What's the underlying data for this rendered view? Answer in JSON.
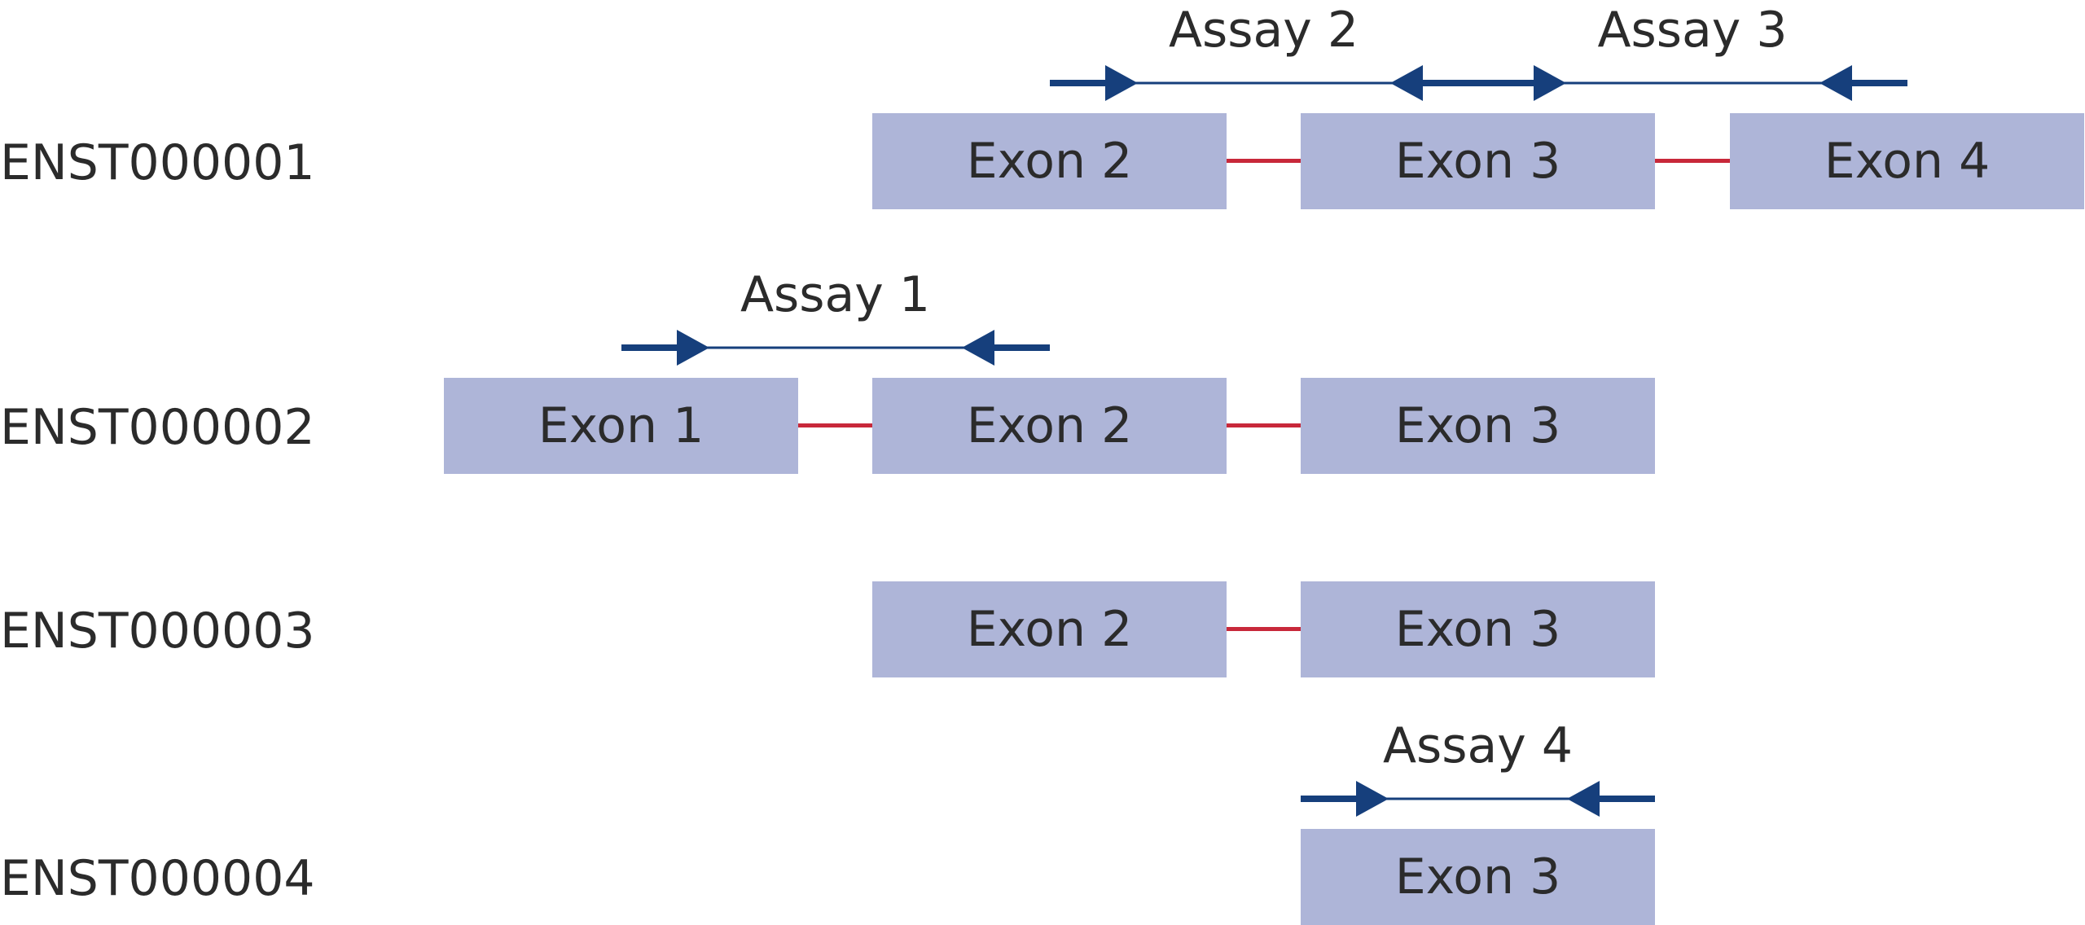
{
  "colors": {
    "exon_fill": "#aeb5d8",
    "intron": "#c8283a",
    "primer": "#163f7c",
    "text": "#2b2b2b"
  },
  "transcripts": [
    {
      "id": "ENST000001",
      "exons": [
        {
          "label": "Exon 2",
          "exon": 2
        },
        {
          "label": "Exon 3",
          "exon": 3
        },
        {
          "label": "Exon 4",
          "exon": 4
        }
      ]
    },
    {
      "id": "ENST000002",
      "exons": [
        {
          "label": "Exon 1",
          "exon": 1
        },
        {
          "label": "Exon 2",
          "exon": 2
        },
        {
          "label": "Exon 3",
          "exon": 3
        }
      ]
    },
    {
      "id": "ENST000003",
      "exons": [
        {
          "label": "Exon 2",
          "exon": 2
        },
        {
          "label": "Exon 3",
          "exon": 3
        }
      ]
    },
    {
      "id": "ENST000004",
      "exons": [
        {
          "label": "Exon 3",
          "exon": 3
        }
      ]
    }
  ],
  "assays": [
    {
      "label": "Assay 1",
      "transcript": "ENST000002",
      "from_exon": 1,
      "to_exon": 2
    },
    {
      "label": "Assay 2",
      "transcript": "ENST000001",
      "from_exon": 2,
      "to_exon": 3
    },
    {
      "label": "Assay 3",
      "transcript": "ENST000001",
      "from_exon": 3,
      "to_exon": 4
    },
    {
      "label": "Assay 4",
      "transcript": "ENST000004",
      "from_exon": 3,
      "to_exon": 3
    }
  ]
}
